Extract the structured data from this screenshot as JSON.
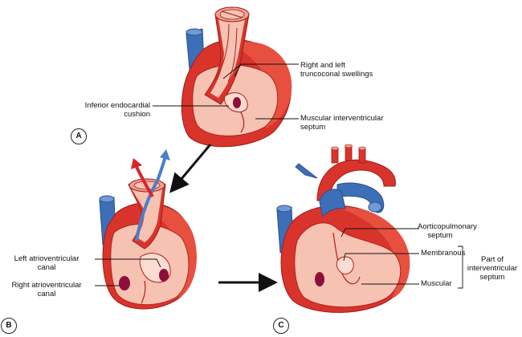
{
  "panels": {
    "a": {
      "tag": "A"
    },
    "b": {
      "tag": "B"
    },
    "c": {
      "tag": "C"
    }
  },
  "labels": {
    "truncoconal": "Right and left\ntruncoconal swellings",
    "endocardial": "Inferior endocardial\ncushion",
    "muscular_iv": "Muscular interventricular\nseptum",
    "left_av": "Left atrioventricular\ncanal",
    "right_av": "Right atrioventricular\ncanal",
    "aorticopulmonary": "Aorticopulmonary\nseptum",
    "membranous": "Membranous",
    "muscular": "Muscular",
    "part_of_iv": "Part of\ninterventricular\nseptum"
  },
  "colors": {
    "heart_outer": "#d9342b",
    "heart_dark": "#b31f1c",
    "heart_inner": "#f6c2b2",
    "heart_inner_light": "#fbdccf",
    "vessel_blue": "#3d6fb8",
    "vessel_blue_light": "#6f9ad6",
    "arrow_red": "#d8262a",
    "canal_dark": "#8e0f3a"
  }
}
